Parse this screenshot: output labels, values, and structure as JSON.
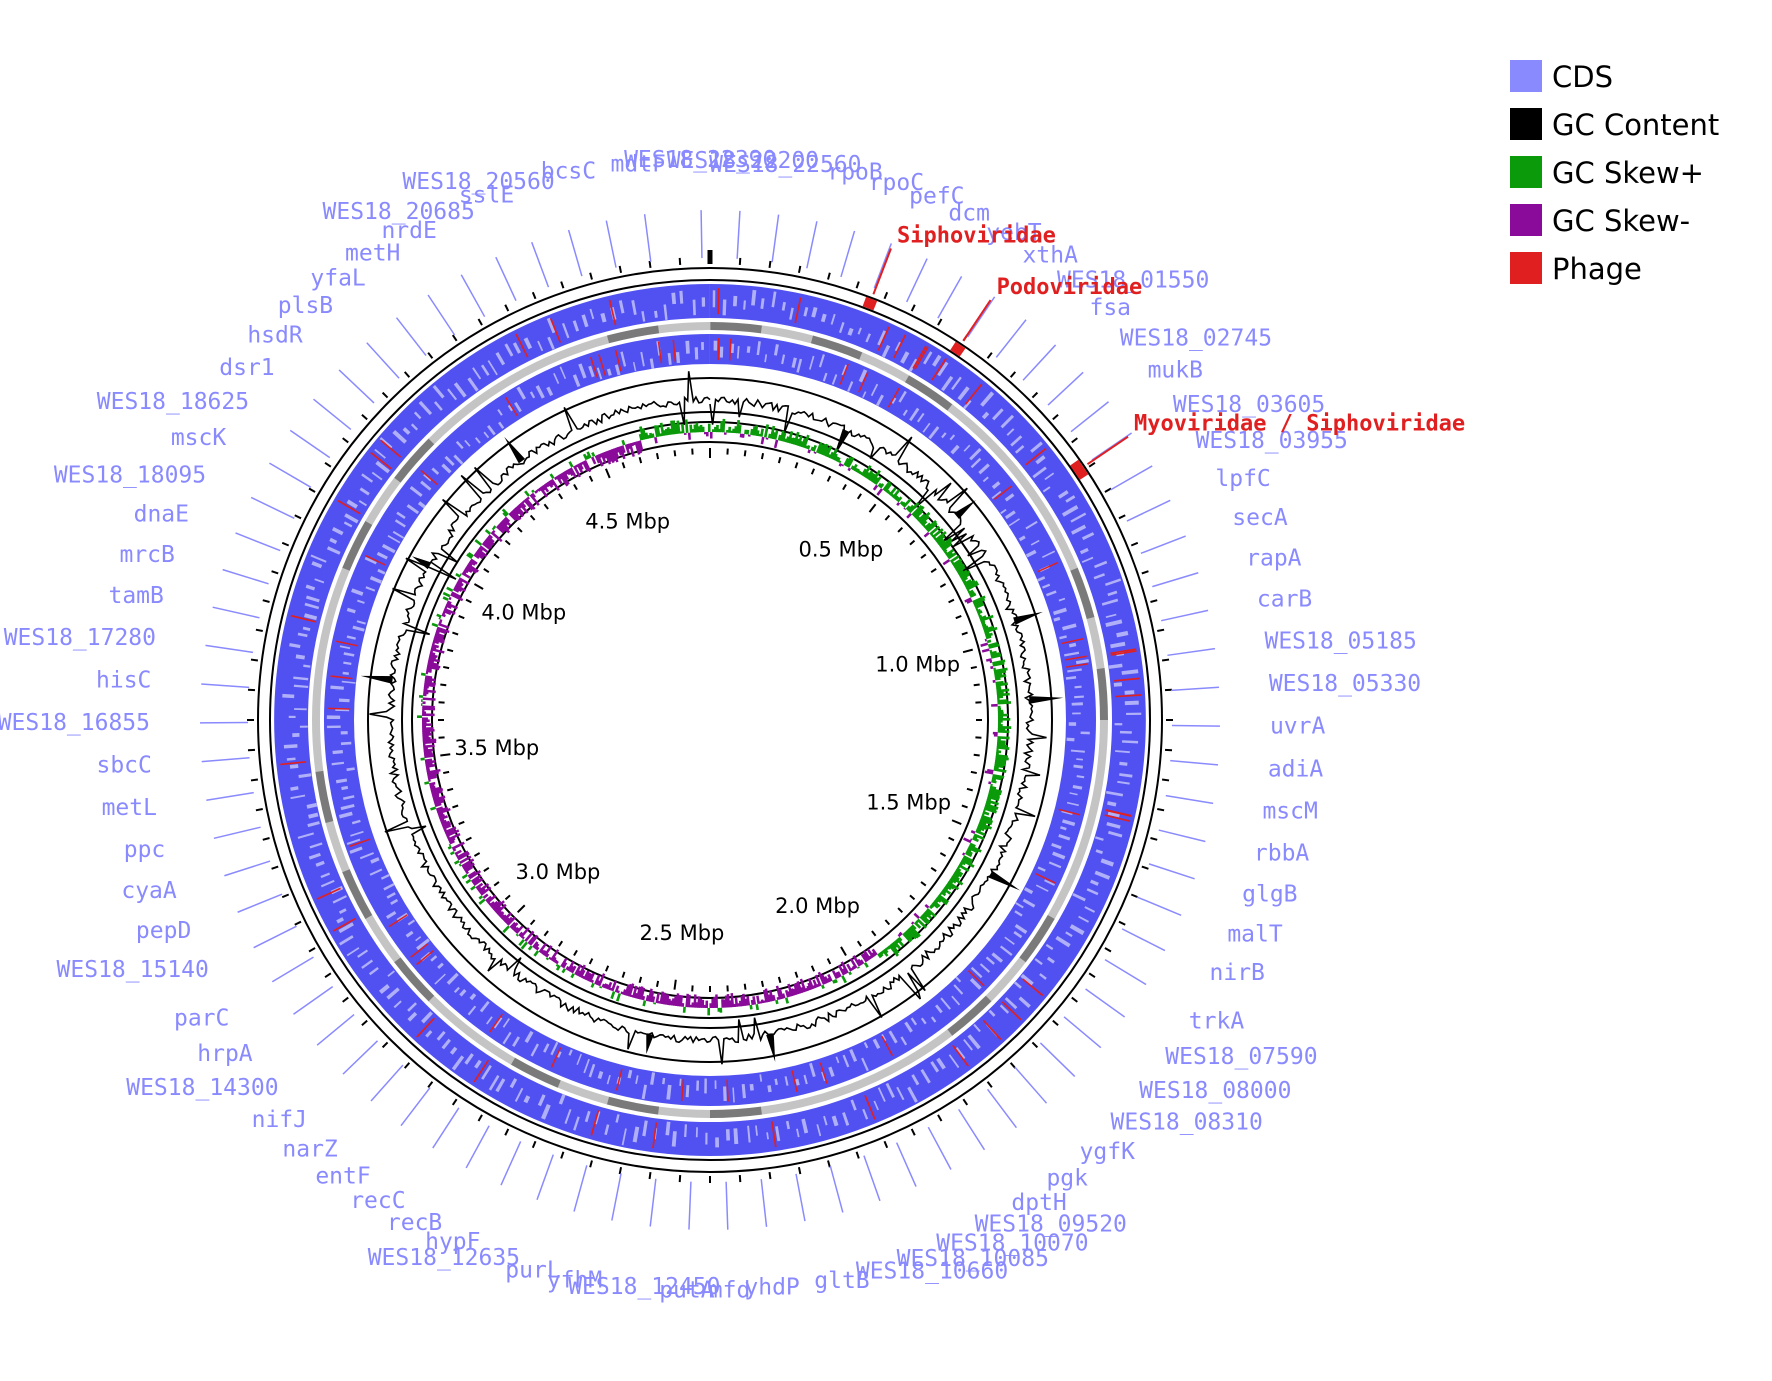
{
  "colors": {
    "cds": "#3333ee",
    "cds_label": "#8a8aff",
    "gc_content": "#000000",
    "gc_skew_plus": "#0a9a0a",
    "gc_skew_minus": "#8a0a9a",
    "phage": "#e02020",
    "backbone_light": "#c4c4c4",
    "backbone_dark": "#7a7a7a"
  },
  "legend": [
    {
      "label": "CDS",
      "color": "#8a8aff",
      "icon": "swatch-cds"
    },
    {
      "label": "GC Content",
      "color": "#000000",
      "icon": "swatch-gc-content"
    },
    {
      "label": "GC Skew+",
      "color": "#0a9a0a",
      "icon": "swatch-gc-skew-plus"
    },
    {
      "label": "GC Skew-",
      "color": "#8a0a9a",
      "icon": "swatch-gc-skew-minus"
    },
    {
      "label": "Phage",
      "color": "#e02020",
      "icon": "swatch-phage"
    }
  ],
  "scale_labels": [
    "0.5 Mbp",
    "1.0 Mbp",
    "1.5 Mbp",
    "2.0 Mbp",
    "2.5 Mbp",
    "3.0 Mbp",
    "3.5 Mbp",
    "4.0 Mbp",
    "4.5 Mbp"
  ],
  "genome_length_mbp": 4.8,
  "phage_regions": [
    {
      "name": "Siphoviridae",
      "start_mbp": 0.27,
      "end_mbp": 0.29
    },
    {
      "name": "Podoviridae",
      "start_mbp": 0.44,
      "end_mbp": 0.46
    },
    {
      "name": "Myoviridae / Siphoviridae",
      "start_mbp": 0.73,
      "end_mbp": 0.76
    }
  ],
  "gene_labels": [
    "WES18_22390",
    "WES18_22200",
    "WES18_22560",
    "rpoB",
    "rpoC",
    "pefC",
    "dcm",
    "yebT",
    "xthA",
    "WES18_01550",
    "fsa",
    "WES18_02745",
    "mukB",
    "WES18_03605",
    "WES18_03955",
    "lpfC",
    "secA",
    "rapA",
    "carB",
    "WES18_05185",
    "WES18_05330",
    "uvrA",
    "adiA",
    "mscM",
    "rbbA",
    "glgB",
    "malT",
    "nirB",
    "trkA",
    "WES18_07590",
    "WES18_08000",
    "WES18_08310",
    "ygfK",
    "pgk",
    "dptH",
    "WES18_09520",
    "WES18_10070",
    "WES18_10085",
    "WES18_10660",
    "gltB",
    "yhdP",
    "mfd",
    "putA",
    "WES18_12450",
    "yfhM",
    "purL",
    "WES18_12635",
    "hypF",
    "recB",
    "recC",
    "entF",
    "narZ",
    "nifJ",
    "WES18_14300",
    "hrpA",
    "parC",
    "WES18_15140",
    "pepD",
    "cyaA",
    "ppc",
    "metL",
    "sbcC",
    "WES18_16855",
    "hisC",
    "WES18_17280",
    "tamB",
    "mrcB",
    "dnaE",
    "WES18_18095",
    "mscK",
    "WES18_18625",
    "dsr1",
    "hsdR",
    "plsB",
    "yfaL",
    "metH",
    "nrdE",
    "WES18_20685",
    "sslE",
    "WES18_20560",
    "bcsC",
    "mdtF"
  ]
}
